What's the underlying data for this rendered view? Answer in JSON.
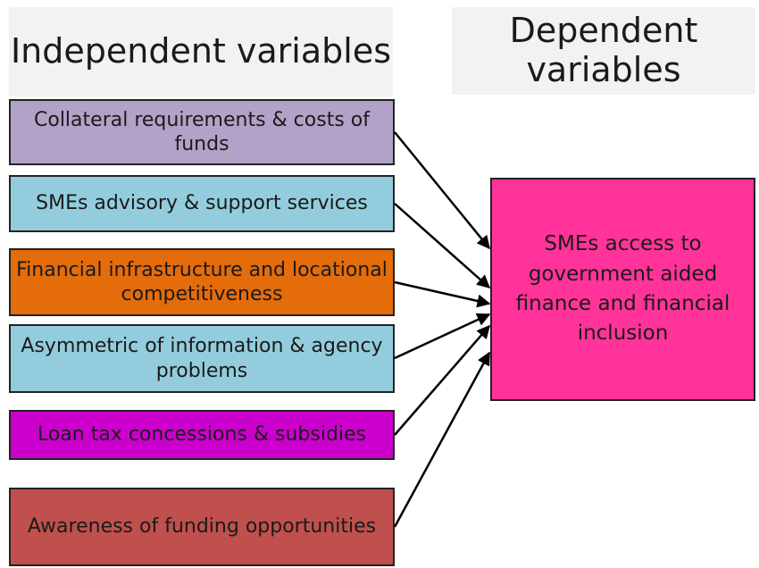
{
  "headers": {
    "independent": "Independent variables",
    "dependent": "Dependent variables"
  },
  "independent_vars": [
    {
      "label": "Collateral requirements & costs of funds",
      "color": "#b3a2c7"
    },
    {
      "label": "SMEs advisory & support services",
      "color": "#93cddd"
    },
    {
      "label": "Financial infrastructure and locational competitiveness",
      "color": "#e46c0a"
    },
    {
      "label": "Asymmetric of information & agency problems",
      "color": "#93cddd"
    },
    {
      "label": "Loan tax concessions & subsidies",
      "color": "#cc00cc"
    },
    {
      "label": "Awareness of funding opportunities",
      "color": "#c0504d"
    }
  ],
  "dependent_var": {
    "label": "SMEs access to government aided finance and financial inclusion",
    "color": "#ff3399"
  }
}
